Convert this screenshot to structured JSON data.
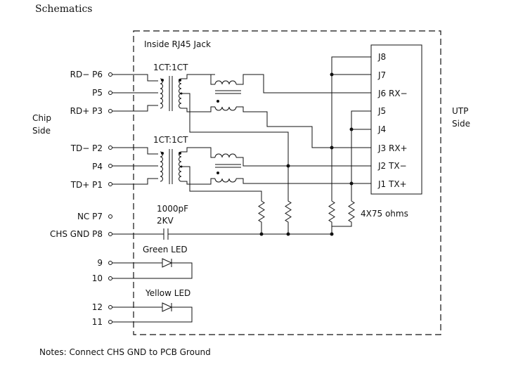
{
  "title": "Schematics",
  "box_label": "Inside RJ45 Jack",
  "chip_side": [
    "Chip",
    "Side"
  ],
  "utp_side": [
    "UTP",
    "Side"
  ],
  "transformer_ratio": "1CT:1CT",
  "chip_pins": {
    "rd_minus": "RD−  P6",
    "p5": "P5",
    "rd_plus": "RD+  P3",
    "td_minus": "TD−  P2",
    "p4": "P4",
    "td_plus": "TD+  P1",
    "nc": "NC  P7",
    "chs_gnd": "CHS  GND  P8",
    "led9": "9",
    "led10": "10",
    "led12": "12",
    "led11": "11"
  },
  "capacitor": {
    "value": "1000pF",
    "voltage": "2KV"
  },
  "resistors": "4X75  ohms",
  "leds": {
    "green": "Green  LED",
    "yellow": "Yellow  LED"
  },
  "jack_pins": {
    "j8": "J8",
    "j7": "J7",
    "j6": "J6  RX−",
    "j5": "J5",
    "j4": "J4",
    "j3": "J3  RX+",
    "j2": "J2  TX−",
    "j1": "J1  TX+"
  },
  "notes": "Notes:  Connect  CHS  GND  to  PCB  Ground"
}
